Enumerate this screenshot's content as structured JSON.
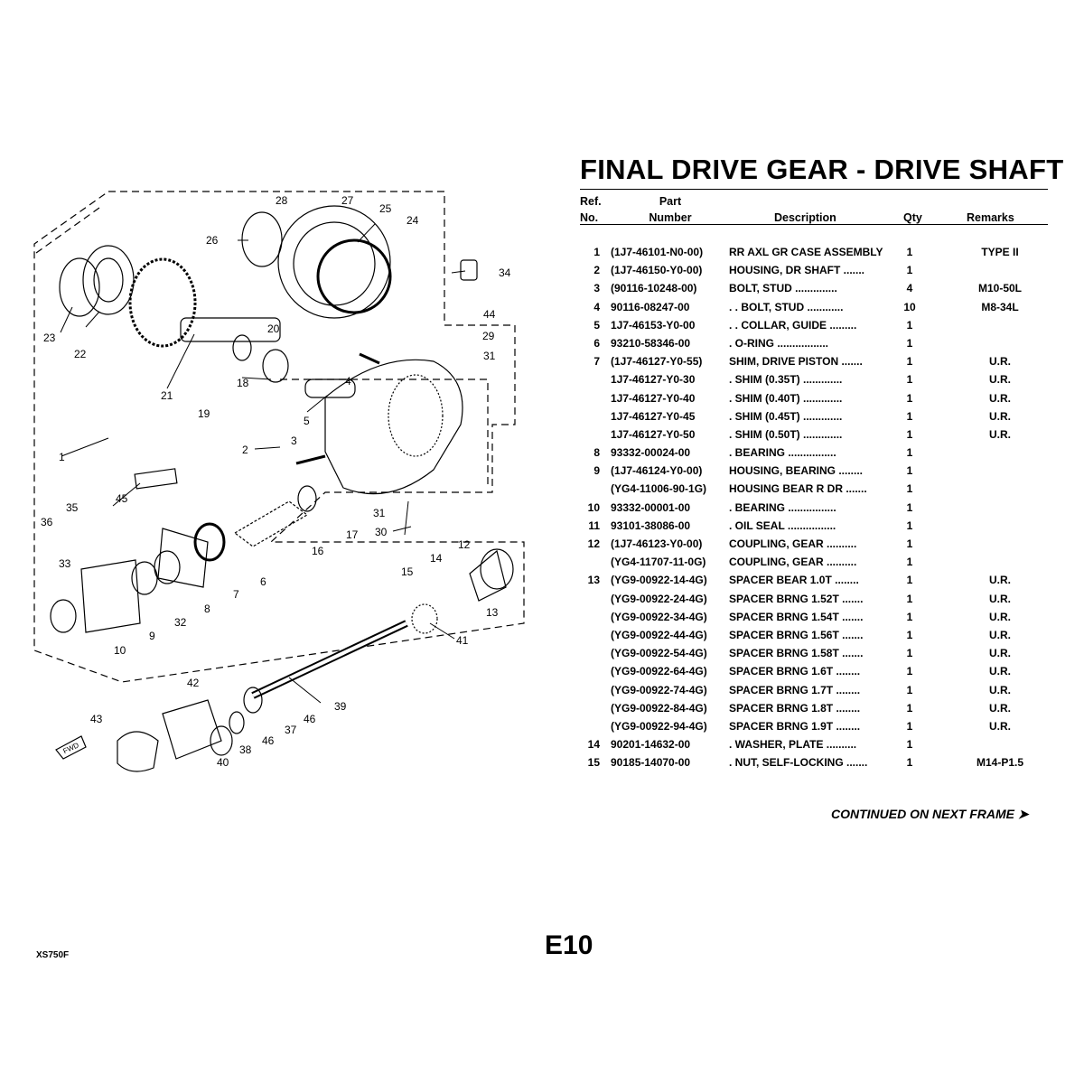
{
  "title": "FINAL DRIVE GEAR - DRIVE SHAFT",
  "headers": {
    "ref_line1": "Ref.",
    "ref_line2": "No.",
    "part_line1": "Part",
    "part_line2": "Number",
    "description": "Description",
    "qty": "Qty",
    "remarks": "Remarks"
  },
  "parts": [
    {
      "ref": "1",
      "part": "(1J7-46101-N0-00)",
      "desc": "RR AXL GR CASE ASSEMBLY",
      "qty": "1",
      "remarks": "TYPE II"
    },
    {
      "ref": "2",
      "part": "(1J7-46150-Y0-00)",
      "desc": "HOUSING, DR SHAFT   .......",
      "qty": "1",
      "remarks": ""
    },
    {
      "ref": "3",
      "part": "(90116-10248-00)",
      "desc": "BOLT, STUD   ..............",
      "qty": "4",
      "remarks": "M10-50L"
    },
    {
      "ref": "4",
      "part": "90116-08247-00",
      "desc": ". . BOLT, STUD   ............",
      "qty": "10",
      "remarks": "M8-34L"
    },
    {
      "ref": "5",
      "part": "1J7-46153-Y0-00",
      "desc": ". . COLLAR, GUIDE   .........",
      "qty": "1",
      "remarks": ""
    },
    {
      "ref": "6",
      "part": "93210-58346-00",
      "desc": ". O-RING   .................",
      "qty": "1",
      "remarks": ""
    },
    {
      "ref": "7",
      "part": "(1J7-46127-Y0-55)",
      "desc": "SHIM, DRIVE PISTON   .......",
      "qty": "1",
      "remarks": "U.R."
    },
    {
      "ref": "",
      "part": "1J7-46127-Y0-30",
      "desc": ". SHIM (0.35T)   .............",
      "qty": "1",
      "remarks": "U.R."
    },
    {
      "ref": "",
      "part": "1J7-46127-Y0-40",
      "desc": ". SHIM (0.40T)   .............",
      "qty": "1",
      "remarks": "U.R."
    },
    {
      "ref": "",
      "part": "1J7-46127-Y0-45",
      "desc": ". SHIM (0.45T)   .............",
      "qty": "1",
      "remarks": "U.R."
    },
    {
      "ref": "",
      "part": "1J7-46127-Y0-50",
      "desc": ". SHIM (0.50T)   .............",
      "qty": "1",
      "remarks": "U.R."
    },
    {
      "ref": "8",
      "part": "93332-00024-00",
      "desc": ". BEARING  ................",
      "qty": "1",
      "remarks": ""
    },
    {
      "ref": "9",
      "part": "(1J7-46124-Y0-00)",
      "desc": "HOUSING, BEARING   ........",
      "qty": "1",
      "remarks": ""
    },
    {
      "ref": "",
      "part": "(YG4-11006-90-1G)",
      "desc": "HOUSING BEAR R DR   .......",
      "qty": "1",
      "remarks": ""
    },
    {
      "ref": "10",
      "part": "93332-00001-00",
      "desc": ". BEARING  ................",
      "qty": "1",
      "remarks": ""
    },
    {
      "ref": "11",
      "part": "93101-38086-00",
      "desc": ". OIL SEAL  ................",
      "qty": "1",
      "remarks": ""
    },
    {
      "ref": "12",
      "part": "(1J7-46123-Y0-00)",
      "desc": "COUPLING, GEAR  ..........",
      "qty": "1",
      "remarks": ""
    },
    {
      "ref": "",
      "part": "(YG4-11707-11-0G)",
      "desc": "COUPLING, GEAR  ..........",
      "qty": "1",
      "remarks": ""
    },
    {
      "ref": "13",
      "part": "(YG9-00922-14-4G)",
      "desc": "SPACER BEAR 1.0T   ........",
      "qty": "1",
      "remarks": "U.R."
    },
    {
      "ref": "",
      "part": "(YG9-00922-24-4G)",
      "desc": "SPACER BRNG 1.52T   .......",
      "qty": "1",
      "remarks": "U.R."
    },
    {
      "ref": "",
      "part": "(YG9-00922-34-4G)",
      "desc": "SPACER BRNG 1.54T   .......",
      "qty": "1",
      "remarks": "U.R."
    },
    {
      "ref": "",
      "part": "(YG9-00922-44-4G)",
      "desc": "SPACER BRNG 1.56T   .......",
      "qty": "1",
      "remarks": "U.R."
    },
    {
      "ref": "",
      "part": "(YG9-00922-54-4G)",
      "desc": "SPACER BRNG 1.58T   .......",
      "qty": "1",
      "remarks": "U.R."
    },
    {
      "ref": "",
      "part": "(YG9-00922-64-4G)",
      "desc": "SPACER BRNG 1.6T   ........",
      "qty": "1",
      "remarks": "U.R."
    },
    {
      "ref": "",
      "part": "(YG9-00922-74-4G)",
      "desc": "SPACER BRNG 1.7T   ........",
      "qty": "1",
      "remarks": "U.R."
    },
    {
      "ref": "",
      "part": "(YG9-00922-84-4G)",
      "desc": "SPACER BRNG 1.8T   ........",
      "qty": "1",
      "remarks": "U.R."
    },
    {
      "ref": "",
      "part": "(YG9-00922-94-4G)",
      "desc": "SPACER BRNG 1.9T   ........",
      "qty": "1",
      "remarks": "U.R."
    },
    {
      "ref": "14",
      "part": "90201-14632-00",
      "desc": ". WASHER, PLATE  ..........",
      "qty": "1",
      "remarks": ""
    },
    {
      "ref": "15",
      "part": "90185-14070-00",
      "desc": ". NUT, SELF-LOCKING  .......",
      "qty": "1",
      "remarks": "M14-P1.5"
    }
  ],
  "continued": "CONTINUED ON NEXT FRAME ➤",
  "page_code": "E10",
  "model": "XS750F",
  "diagram": {
    "fwd_label": "FWD",
    "callouts": [
      "1",
      "2",
      "3",
      "4",
      "5",
      "6",
      "7",
      "8",
      "9",
      "10",
      "12",
      "13",
      "14",
      "15",
      "16",
      "17",
      "18",
      "19",
      "20",
      "21",
      "22",
      "23",
      "24",
      "25",
      "26",
      "27",
      "28",
      "29",
      "30",
      "31",
      "31",
      "32",
      "33",
      "34",
      "35",
      "36",
      "37",
      "38",
      "39",
      "40",
      "41",
      "42",
      "43",
      "44",
      "45",
      "46",
      "46"
    ]
  }
}
